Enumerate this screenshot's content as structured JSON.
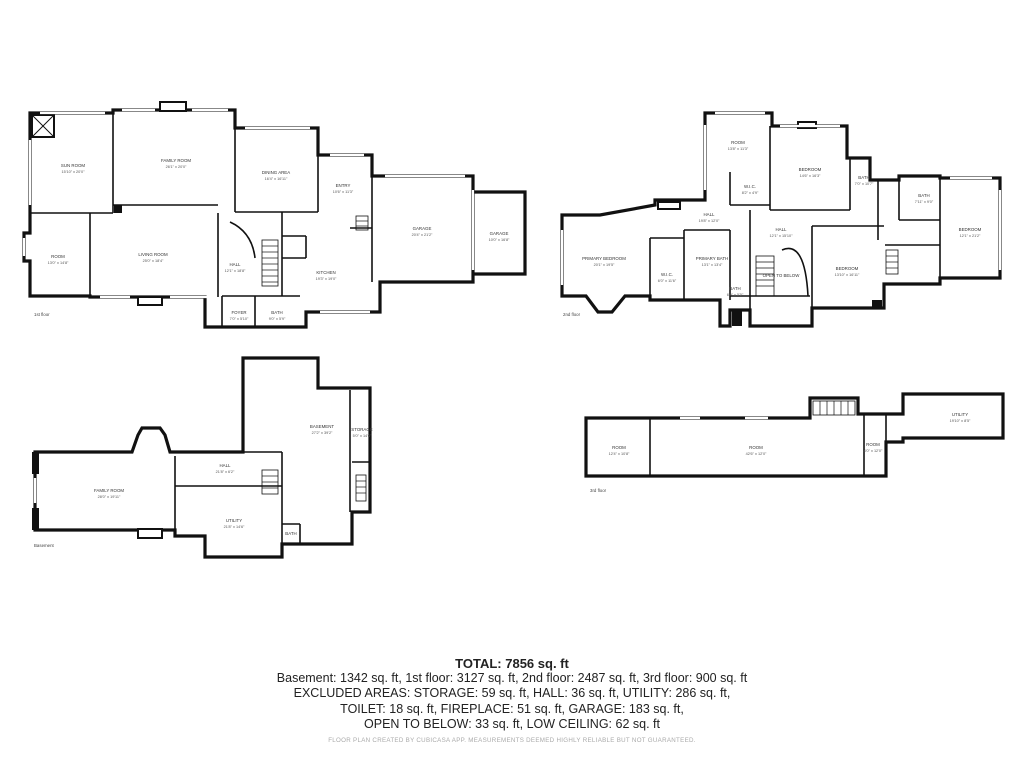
{
  "floors": {
    "first": {
      "label": "1st floor",
      "rooms": [
        {
          "name": "SUN ROOM",
          "dims": "15'10\" x 20'0\""
        },
        {
          "name": "FAMILY ROOM",
          "dims": "26'1\" x 20'0\""
        },
        {
          "name": "DINING AREA",
          "dims": "16'4\" x 16'11\""
        },
        {
          "name": "ENTRY",
          "dims": "10'6\" x 11'3\""
        },
        {
          "name": "GARAGE",
          "dims": "20'4\" x 21'2\""
        },
        {
          "name": "GARAGE",
          "dims": "10'0\" x 16'8\""
        },
        {
          "name": "ROOM",
          "dims": "13'0\" x 14'8\""
        },
        {
          "name": "LIVING ROOM",
          "dims": "25'0\" x 18'4\""
        },
        {
          "name": "HALL",
          "dims": "12'1\" x 18'8\""
        },
        {
          "name": "KITCHEN",
          "dims": "19'3\" x 19'0\""
        },
        {
          "name": "FOYER",
          "dims": "7'0\" x 5'10\""
        },
        {
          "name": "BATH",
          "dims": "9'0\" x 5'9\""
        }
      ]
    },
    "second": {
      "label": "2nd floor",
      "rooms": [
        {
          "name": "ROOM",
          "dims": "13'8\" x 11'3\""
        },
        {
          "name": "W.I.C.",
          "dims": "8'2\" x 4'9\""
        },
        {
          "name": "BEDROOM",
          "dims": "14'6\" x 16'3\""
        },
        {
          "name": "BATH",
          "dims": "7'0\" x 10'7\""
        },
        {
          "name": "HALL",
          "dims": "19'8\" x 12'0\""
        },
        {
          "name": "HALL",
          "dims": "12'1\" x 15'10\""
        },
        {
          "name": "BATH",
          "dims": "7'11\" x 9'0\""
        },
        {
          "name": "BEDROOM",
          "dims": "12'1\" x 21'2\""
        },
        {
          "name": "PRIMARY BEDROOM",
          "dims": "20'1\" x 19'5\""
        },
        {
          "name": "W.I.C.",
          "dims": "6'0\" x 11'6\""
        },
        {
          "name": "PRIMARY BATH",
          "dims": "13'1\" x 13'4\""
        },
        {
          "name": "OPEN TO BELOW",
          "dims": ""
        },
        {
          "name": "BEDROOM",
          "dims": "13'10\" x 16'11\""
        },
        {
          "name": "BATH",
          "dims": "6'9\" x 5'5\""
        }
      ]
    },
    "basement": {
      "label": "Basement",
      "rooms": [
        {
          "name": "BASEMENT",
          "dims": "27'2\" x 39'2\""
        },
        {
          "name": "STORAGE",
          "dims": "5'0\" x 14'6\""
        },
        {
          "name": "HALL",
          "dims": "21'8\" x 6'2\""
        },
        {
          "name": "FAMILY ROOM",
          "dims": "28'0\" x 19'11\""
        },
        {
          "name": "UTILITY",
          "dims": "21'8\" x 14'6\""
        },
        {
          "name": "BATH",
          "dims": ""
        }
      ]
    },
    "third": {
      "label": "3rd floor",
      "rooms": [
        {
          "name": "UTILITY",
          "dims": "19'10\" x 8'5\""
        },
        {
          "name": "ROOM",
          "dims": "12'4\" x 10'8\""
        },
        {
          "name": "ROOM",
          "dims": "42'6\" x 12'0\""
        },
        {
          "name": "ROOM",
          "dims": "4'0\" x 12'0\""
        }
      ]
    }
  },
  "summary": {
    "total": "TOTAL: 7856 sq. ft",
    "line1": "Basement: 1342 sq. ft, 1st floor: 3127 sq. ft, 2nd floor: 2487 sq. ft, 3rd floor: 900 sq. ft",
    "line2": "EXCLUDED AREAS: STORAGE: 59 sq. ft, HALL: 36 sq. ft, UTILITY: 286 sq. ft,",
    "line3": "TOILET: 18 sq. ft, FIREPLACE: 51 sq. ft, GARAGE: 183 sq. ft,",
    "line4": "OPEN TO BELOW: 33 sq. ft, LOW CEILING: 62 sq. ft",
    "disclaimer": "FLOOR PLAN CREATED BY CUBICASA APP. MEASUREMENTS DEEMED HIGHLY RELIABLE BUT NOT GUARANTEED."
  }
}
